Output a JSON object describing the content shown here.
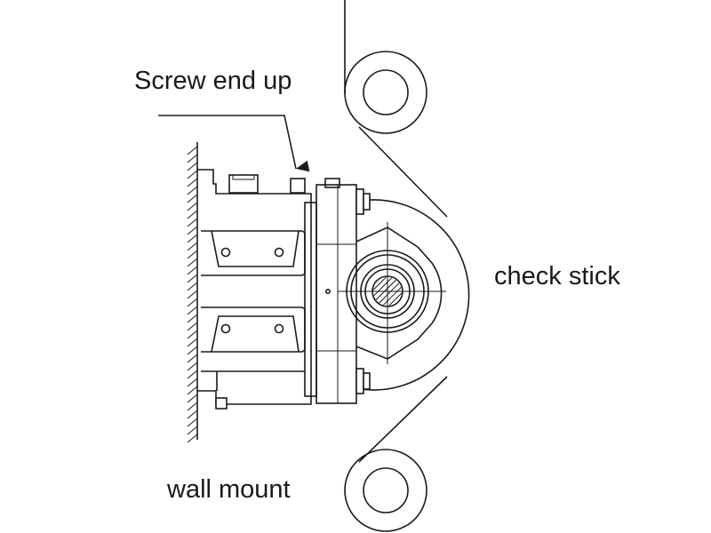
{
  "labels": {
    "screw": "Screw end up",
    "check": "check stick",
    "wall": "wall mount"
  }
}
